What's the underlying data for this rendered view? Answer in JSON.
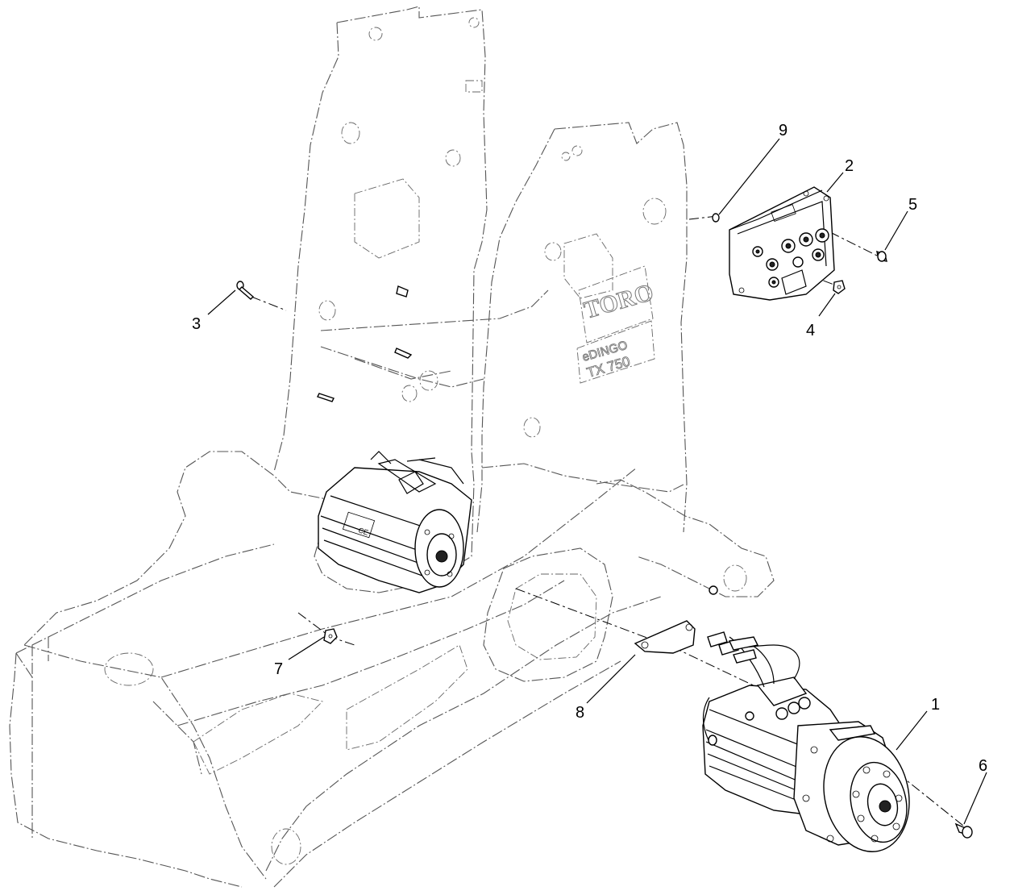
{
  "diagram": {
    "callouts": [
      {
        "id": "1",
        "label": "1"
      },
      {
        "id": "2",
        "label": "2"
      },
      {
        "id": "3",
        "label": "3"
      },
      {
        "id": "4",
        "label": "4"
      },
      {
        "id": "5",
        "label": "5"
      },
      {
        "id": "6",
        "label": "6"
      },
      {
        "id": "7",
        "label": "7"
      },
      {
        "id": "8",
        "label": "8"
      },
      {
        "id": "9",
        "label": "9"
      }
    ],
    "frame_logo": {
      "brand": "TORO",
      "model_line": "eDINGO",
      "model": "TX 750"
    },
    "motor_label": "CE"
  }
}
